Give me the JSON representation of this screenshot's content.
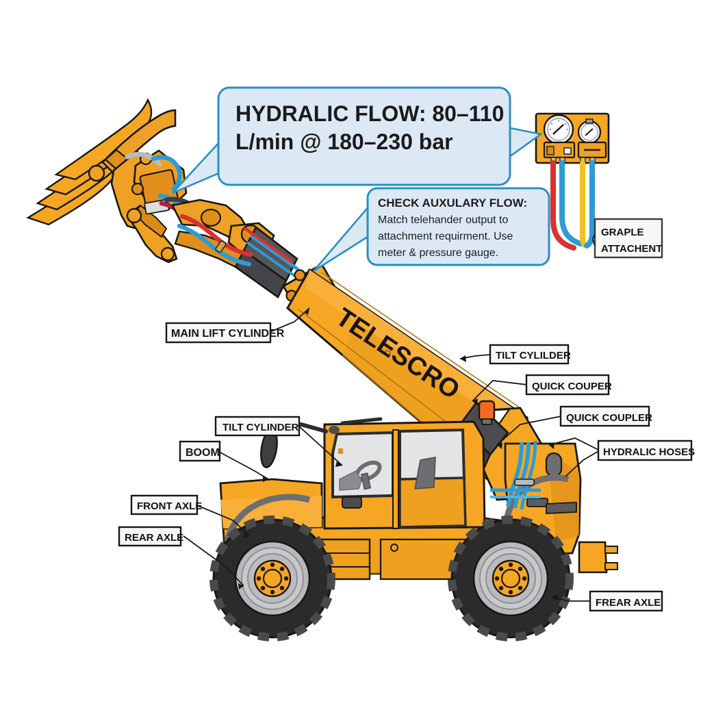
{
  "diagram": {
    "title_on_boom": "TELESCRO",
    "subject": "telehandler-hydraulic-flow-diagram"
  },
  "colors": {
    "machine_orange": "#F5A623",
    "machine_orange_dark": "#E0901A",
    "machine_orange_shade": "#D98B16",
    "outline": "#1a1713",
    "steel_gray": "#4c4c50",
    "steel_gray_light": "#6d6d72",
    "tire_black": "#2b2b2b",
    "rim_gray": "#b9b9bd",
    "glass_gray": "#e3e4e6",
    "callout_fill": "#DCE9F5",
    "callout_border": "#2A8FC4",
    "hose_blue": "#2f9bd4",
    "hose_red": "#d8332f",
    "hose_yellow": "#f2c21c",
    "hose_crimson": "#a82243",
    "label_fill": "#f7f7f5",
    "label_border": "#1a1713",
    "beacon_orange": "#F26B21"
  },
  "callouts": [
    {
      "id": "hydraulic-flow",
      "heading": "HYDRALIC FLOW: 80–110",
      "line2": "L/min @ 180–230 bar",
      "body": []
    },
    {
      "id": "check-auxiliary-flow",
      "heading": "CHECK AUXULARY FLOW:",
      "body": [
        "Match telehander output to",
        "attachment requirment. Use",
        "meter & pressure gauge."
      ]
    }
  ],
  "labels": [
    {
      "id": "main-lift-cylinder",
      "text": "MAIN LIFT CYLINDER"
    },
    {
      "id": "tilt-cylinder-left",
      "text": "TILT CYLINDER"
    },
    {
      "id": "boom",
      "text": "BOOM"
    },
    {
      "id": "front-axle",
      "text": "FRONT AXLE"
    },
    {
      "id": "rear-axle",
      "text": "REAR AXLE"
    },
    {
      "id": "tilt-cylinder-right",
      "text": "TILT CYLILDER"
    },
    {
      "id": "quick-couper",
      "text": "QUICK COUPER"
    },
    {
      "id": "quick-coupler",
      "text": "QUICK COUPLER"
    },
    {
      "id": "hydraulic-hoses",
      "text": "HYDRALIC HOSES"
    },
    {
      "id": "frear-axle",
      "text": "FREAR AXLE"
    }
  ],
  "grapple_label": {
    "id": "grapple-attachment",
    "line1": "GRAPLE",
    "line2": "ATTACHENT"
  },
  "gauge_manifold": {
    "id": "pressure-gauge-manifold",
    "gauges": 2,
    "hose_colors": [
      "#d8332f",
      "#2f9bd4",
      "#f2c21c",
      "#2f9bd4"
    ]
  }
}
